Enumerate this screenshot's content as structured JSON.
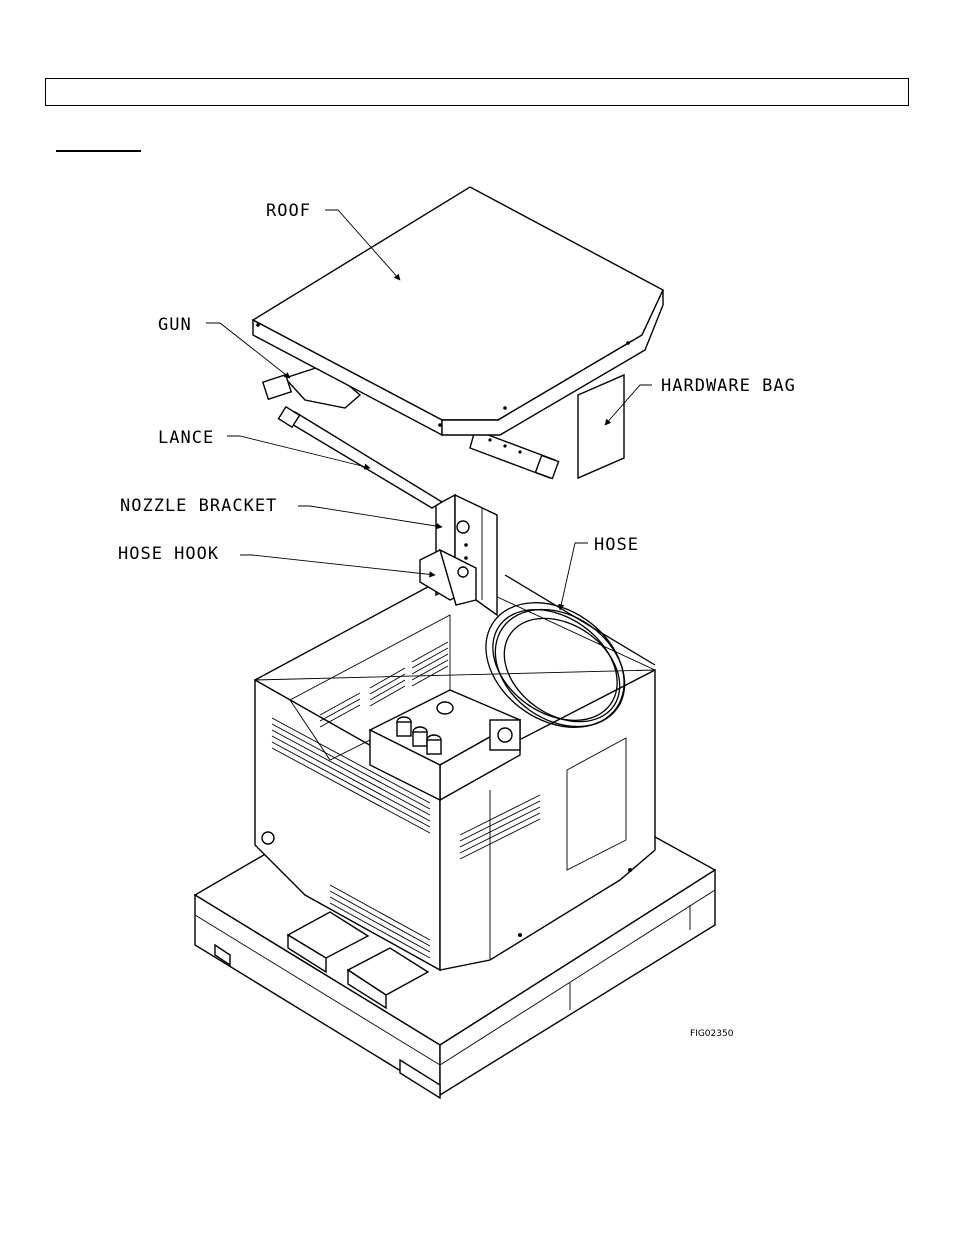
{
  "labels": {
    "roof": "ROOF",
    "gun": "GUN",
    "lance": "LANCE",
    "nozzle_bracket": "NOZZLE BRACKET",
    "hose_hook": "HOSE HOOK",
    "hardware_bag": "HARDWARE BAG",
    "hose": "HOSE"
  },
  "figure_id": "FIG02350"
}
